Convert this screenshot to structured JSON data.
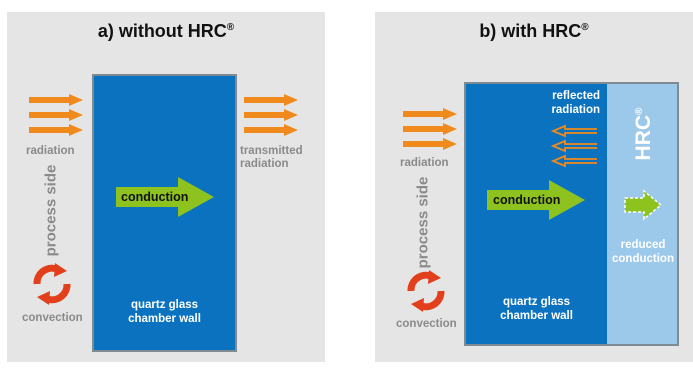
{
  "panel_a": {
    "title": "a) without HRC",
    "title_mark": "®",
    "radiation_label": "radiation",
    "transmitted_label_1": "transmitted",
    "transmitted_label_2": "radiation",
    "process_side_label": "process side",
    "convection_label": "convection",
    "conduction_label": "conduction",
    "wall_label_1": "quartz glass",
    "wall_label_2": "chamber wall"
  },
  "panel_b": {
    "title": "b) with HRC",
    "title_mark": "®",
    "radiation_label": "radiation",
    "reflected_label_1": "reflected",
    "reflected_label_2": "radiation",
    "process_side_label": "process side",
    "convection_label": "convection",
    "conduction_label": "conduction",
    "wall_label_1": "quartz glass",
    "wall_label_2": "chamber wall",
    "hrc_label": "HRC",
    "hrc_mark": "®",
    "reduced_label_1": "reduced",
    "reduced_label_2": "conduction"
  },
  "colors": {
    "panel_bg": "#e5e5e5",
    "wall_blue": "#0b72bf",
    "hrc_light_blue": "#9cc9ea",
    "radiation_orange": "#f08a1c",
    "conduction_green": "#8dc21f",
    "convection_red": "#e2401c"
  }
}
